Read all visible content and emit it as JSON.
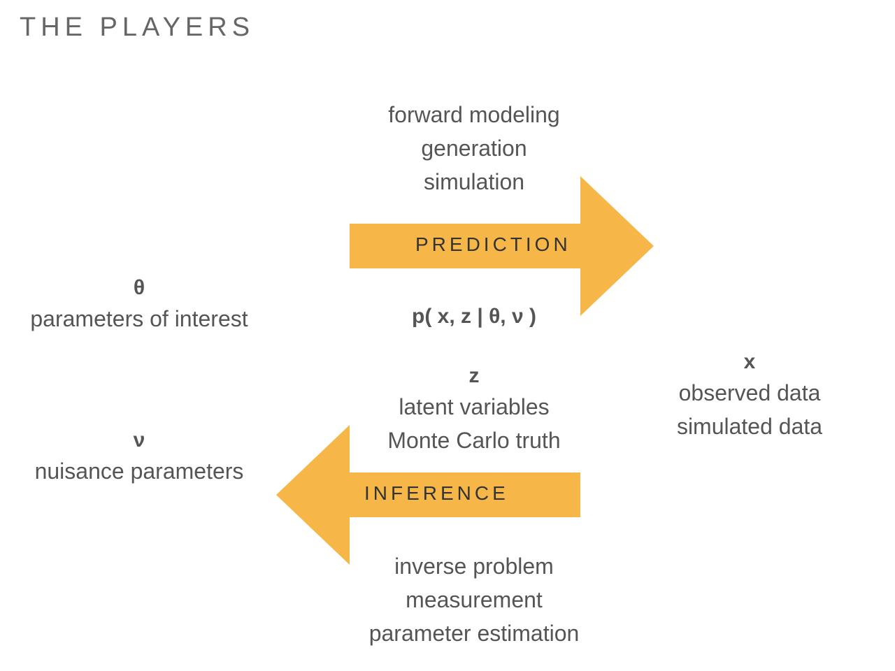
{
  "title": "THE PLAYERS",
  "colors": {
    "arrow": "#f6b748",
    "text": "#555555",
    "title": "#666666",
    "arrow_label": "#333333"
  },
  "prediction": {
    "above": [
      "forward modeling",
      "generation",
      "simulation"
    ],
    "label": "PREDICTION",
    "formula": "p( x, z | θ, ν )"
  },
  "inference": {
    "label": "INFERENCE",
    "below": [
      "inverse problem",
      "measurement",
      "parameter estimation"
    ]
  },
  "theta": {
    "symbol": "θ",
    "desc": "parameters of interest"
  },
  "nu": {
    "symbol": "ν",
    "desc": "nuisance parameters"
  },
  "z": {
    "symbol": "z",
    "lines": [
      "latent variables",
      "Monte Carlo truth"
    ]
  },
  "x": {
    "symbol": "x",
    "lines": [
      "observed data",
      "simulated data"
    ]
  }
}
